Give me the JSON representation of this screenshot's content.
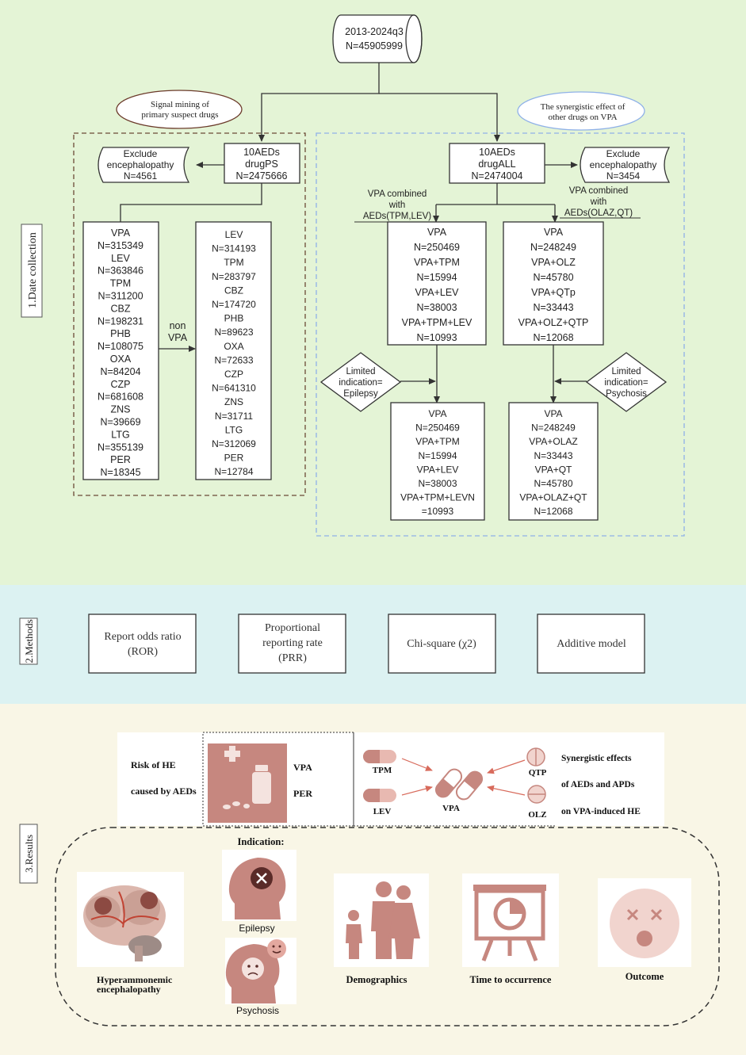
{
  "colors": {
    "section1_bg": "#e4f4d6",
    "section2_bg": "#dcf2f2",
    "section3_bg": "#f9f6e6",
    "brown_border": "#6b4a36",
    "blue_border": "#8fb1e8",
    "icon_fill": "#c6877f",
    "icon_bg": "#f4e3df",
    "arrow_red": "#d86b5c",
    "line": "#333333"
  },
  "section1": {
    "label": "1.Date collection",
    "source": {
      "line1": "2013-2024q3",
      "line2": "N=45905999"
    },
    "left_oval": {
      "line1": "Signal mining of",
      "line2": "primary suspect drugs"
    },
    "right_oval": {
      "line1": "The synergistic effect of",
      "line2": "other drugs on VPA"
    },
    "ps_node": {
      "line1": "10AEDs",
      "line2": "drugPS",
      "line3": "N=2475666"
    },
    "all_node": {
      "line1": "10AEDs",
      "line2": "drugALL",
      "line3": "N=2474004"
    },
    "exclude_left": {
      "line1": "Exclude",
      "line2": "encephalopathy",
      "line3": "N=4561"
    },
    "exclude_right": {
      "line1": "Exclude",
      "line2": "encephalopathy",
      "line3": "N=3454"
    },
    "non_vpa": {
      "line1": "non",
      "line2": "VPA"
    },
    "ps_list": [
      "VPA",
      "N=315349",
      "LEV",
      "N=363846",
      "TPM",
      "N=311200",
      "CBZ",
      "N=198231",
      "PHB",
      "N=108075",
      "OXA",
      "N=84204",
      "CZP",
      "N=681608",
      "ZNS",
      "N=39669",
      "LTG",
      "N=355139",
      "PER",
      "N=18345"
    ],
    "nonvpa_list": [
      "LEV",
      "N=314193",
      "TPM",
      "N=283797",
      "CBZ",
      "N=174720",
      "PHB",
      "N=89623",
      "OXA",
      "N=72633",
      "CZP",
      "N=641310",
      "ZNS",
      "N=31711",
      "LTG",
      "N=312069",
      "PER",
      "N=12784"
    ],
    "combo_left_label": [
      "VPA combined",
      "with",
      "AEDs(TPM,LEV)"
    ],
    "combo_right_label": [
      "VPA combined",
      "with",
      "AEDs(OLAZ,QT)"
    ],
    "aed_combo": [
      "VPA",
      "N=250469",
      "VPA+TPM",
      "N=15994",
      "VPA+LEV",
      "N=38003",
      "VPA+TPM+LEV",
      "N=10993"
    ],
    "apd_combo": [
      "VPA",
      "N=248249",
      "VPA+OLZ",
      "N=45780",
      "VPA+QTp",
      "N=33443",
      "VPA+OLZ+QTP",
      "N=12068"
    ],
    "indication_left": [
      "Limited",
      "indication=",
      "Epilepsy"
    ],
    "indication_right": [
      "Limited",
      "indication=",
      "Psychosis"
    ],
    "epilepsy_result": [
      "VPA",
      "N=250469",
      "VPA+TPM",
      "N=15994",
      "VPA+LEV",
      "N=38003",
      "VPA+TPM+LEVN",
      "=10993"
    ],
    "psychosis_result": [
      "VPA",
      "N=248249",
      "VPA+OLAZ",
      "N=33443",
      "VPA+QT",
      "N=45780",
      "VPA+OLAZ+QT",
      "N=12068"
    ]
  },
  "section2": {
    "label": "2.Methods",
    "methods": [
      {
        "lines": [
          "Report odds ratio",
          "(ROR)"
        ]
      },
      {
        "lines": [
          "Proportional",
          "reporting rate",
          "(PRR)"
        ]
      },
      {
        "lines": [
          "Chi-square (χ2)"
        ]
      },
      {
        "lines": [
          "Additive model"
        ]
      }
    ]
  },
  "section3": {
    "label": "3.Results",
    "risk_text": [
      "Risk of HE",
      "caused by AEDs"
    ],
    "risk_drugs": [
      "VPA",
      "PER"
    ],
    "synergy_drugs": {
      "tpm": "TPM",
      "lev": "LEV",
      "vpa": "VPA",
      "qtp": "QTP",
      "olz": "OLZ"
    },
    "synergy_text": [
      "Synergistic effects",
      "of AEDs and APDs",
      "on VPA-induced HE"
    ],
    "indication_title": "Indication:",
    "epilepsy_label": "Epilepsy",
    "psychosis_label": "Psychosis",
    "he_label": [
      "Hyperammonemic",
      "encephalopathy"
    ],
    "demographics_label": "Demographics",
    "time_label": "Time to occurrence",
    "outcome_label": "Outcome"
  }
}
